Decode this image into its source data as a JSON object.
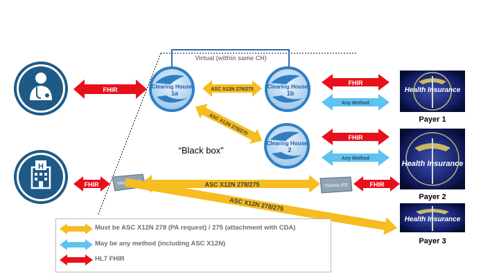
{
  "virtual_label": "Virtual (within same CH)",
  "black_box_label": "“Black box”",
  "clearing_houses": [
    {
      "id": "1a",
      "text": "Clearing House",
      "sub": "1a"
    },
    {
      "id": "1b",
      "text": "Clearing House",
      "sub": "1b"
    },
    {
      "id": "2",
      "text": "Clearing House",
      "sub": "2"
    }
  ],
  "arrows": {
    "provider_fhir": "FHIR",
    "hospital_fhir": "FHIR",
    "ch1a_ch1b": "ASC X12N 278/275",
    "ch1a_ch2": "ASC X12N 278/275",
    "ch1b_payer1_fhir": "FHIR",
    "ch1b_payer1_any": "Any Method",
    "ch2_payer2_fhir": "FHIR",
    "ch2_payer2_any": "Any Method",
    "translate_payer2": "ASC X12N 278/275",
    "translate_payer3": "ASC X12N 278/275",
    "payer2_fhir": "FHIR"
  },
  "translate_label": "TRANSLATE",
  "payers": [
    {
      "name": "Payer 1",
      "image_text": "Health Insurance"
    },
    {
      "name": "Payer 2",
      "image_text": "Health Insurance"
    },
    {
      "name": "Payer 3",
      "image_text": "Health Insurance"
    }
  ],
  "legend": [
    {
      "color": "#f5bd1f",
      "text": "Must be ASC X12N 278 (PA request) / 275 (attachment with CDA)"
    },
    {
      "color": "#5ec3f0",
      "text": "May be any method (including ASC X12N)"
    },
    {
      "color": "#e8101b",
      "text": "HL7 FHIR"
    }
  ],
  "colors": {
    "yellow": "#f5bd1f",
    "blue": "#5ec3f0",
    "red": "#e8101b",
    "navy": "#1f5a86",
    "ch_blue": "#2f7fc4"
  },
  "icons": {
    "provider": "doctor-stethoscope-icon",
    "hospital": "hospital-building-icon",
    "translate": "translate-sign-icon",
    "payer": "health-insurance-seal-icon"
  }
}
